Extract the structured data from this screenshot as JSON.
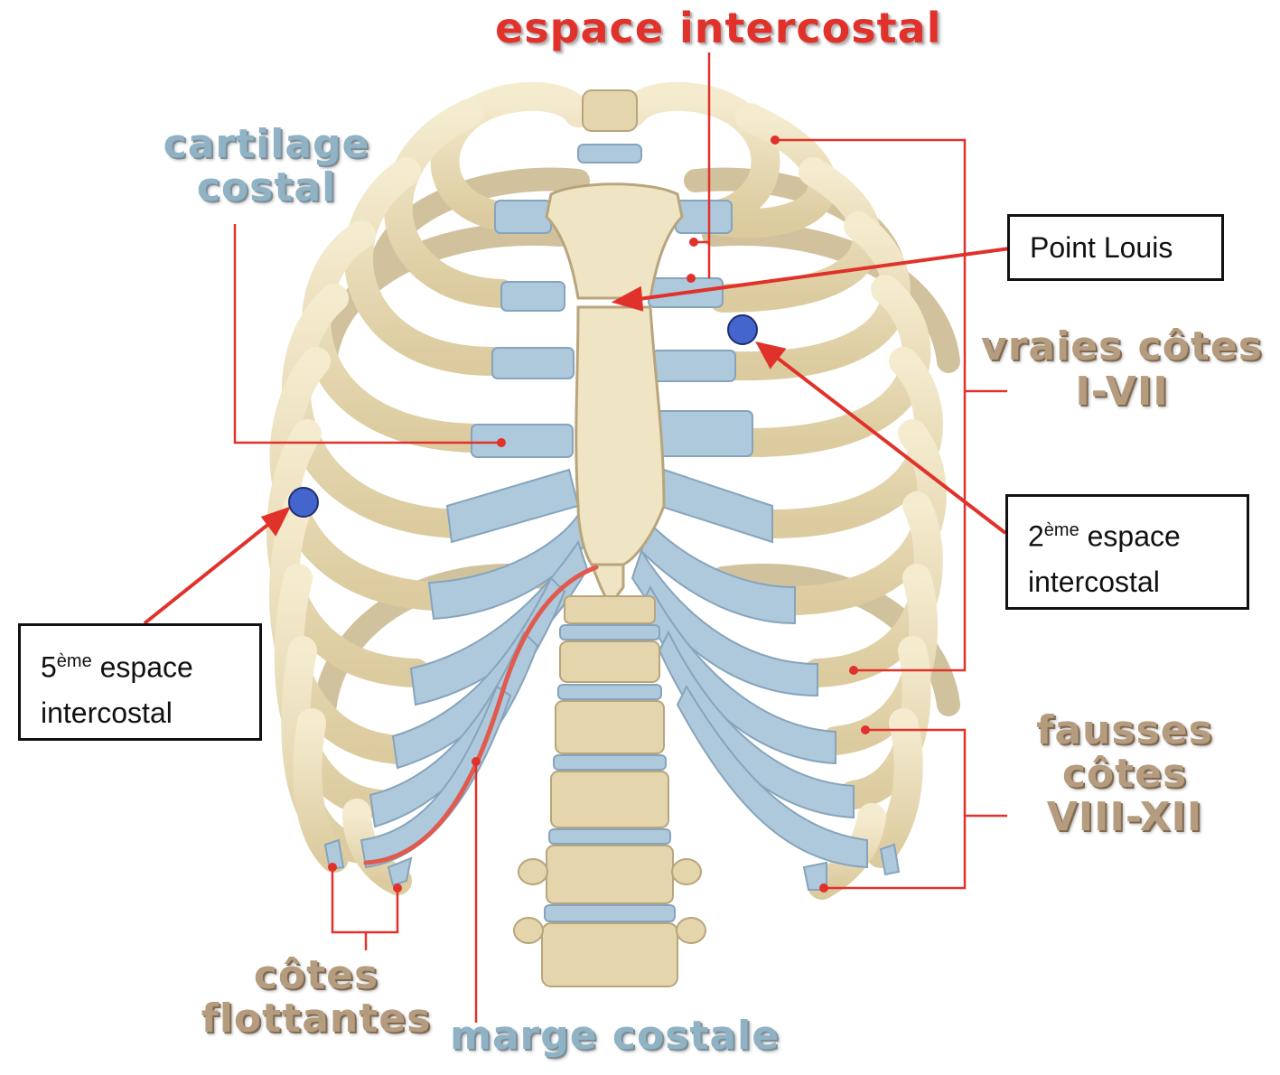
{
  "labels": {
    "espace_intercostal": "espace intercostal",
    "cartilage_costal": [
      "cartilage",
      "costal"
    ],
    "vraies_cotes": [
      "vraies côtes",
      "I-VII"
    ],
    "fausses_cotes": [
      "fausses",
      "côtes",
      "VIII-XII"
    ],
    "cotes_flottantes": [
      "côtes",
      "flottantes"
    ],
    "marge_costale": "marge costale"
  },
  "boxes": {
    "point_louis": "Point Louis",
    "second_space": {
      "num": "2",
      "sup": "ème",
      "word1": "espace",
      "word2": "intercostal"
    },
    "fifth_space": {
      "num": "5",
      "sup": "ème",
      "word1": "espace",
      "word2": "intercostal"
    }
  },
  "colors": {
    "bone": "#ecdfbb",
    "bone_stroke": "#b8a57c",
    "cartilage": "#aec8dc",
    "cartilage_stroke": "#86a4bc",
    "leader_red": "#e0322a",
    "marker_blue": "#4466cc"
  }
}
